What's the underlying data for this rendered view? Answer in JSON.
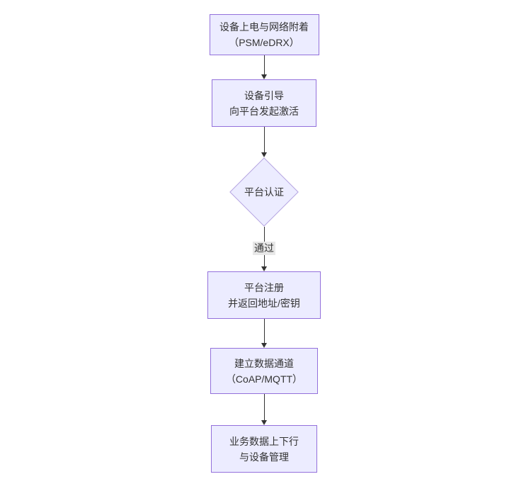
{
  "diagram": {
    "type": "flowchart-vertical",
    "colors": {
      "background": "#ffffff",
      "node_fill": "#ECECFF",
      "node_border": "#9370DB",
      "text": "#333333",
      "arrow": "#333333",
      "edge_label_bg": "#e8e8e8"
    },
    "nodes": [
      {
        "id": "power-on-attach",
        "shape": "rect",
        "lines": [
          "设备上电与网络附着",
          "（PSM/eDRX）"
        ]
      },
      {
        "id": "bootstrap-activate",
        "shape": "rect",
        "lines": [
          "设备引导",
          "向平台发起激活"
        ]
      },
      {
        "id": "platform-auth",
        "shape": "diamond",
        "lines": [
          "平台认证"
        ]
      },
      {
        "id": "platform-register",
        "shape": "rect",
        "lines": [
          "平台注册",
          "并返回地址/密钥"
        ]
      },
      {
        "id": "data-channel",
        "shape": "rect",
        "lines": [
          "建立数据通道",
          "（CoAP/MQTT）"
        ]
      },
      {
        "id": "business-data",
        "shape": "rect",
        "lines": [
          "业务数据上下行",
          "与设备管理"
        ]
      }
    ],
    "edges": [
      {
        "from": "power-on-attach",
        "to": "bootstrap-activate",
        "label": ""
      },
      {
        "from": "bootstrap-activate",
        "to": "platform-auth",
        "label": ""
      },
      {
        "from": "platform-auth",
        "to": "platform-register",
        "label": "通过"
      },
      {
        "from": "platform-register",
        "to": "data-channel",
        "label": ""
      },
      {
        "from": "data-channel",
        "to": "business-data",
        "label": ""
      }
    ]
  }
}
